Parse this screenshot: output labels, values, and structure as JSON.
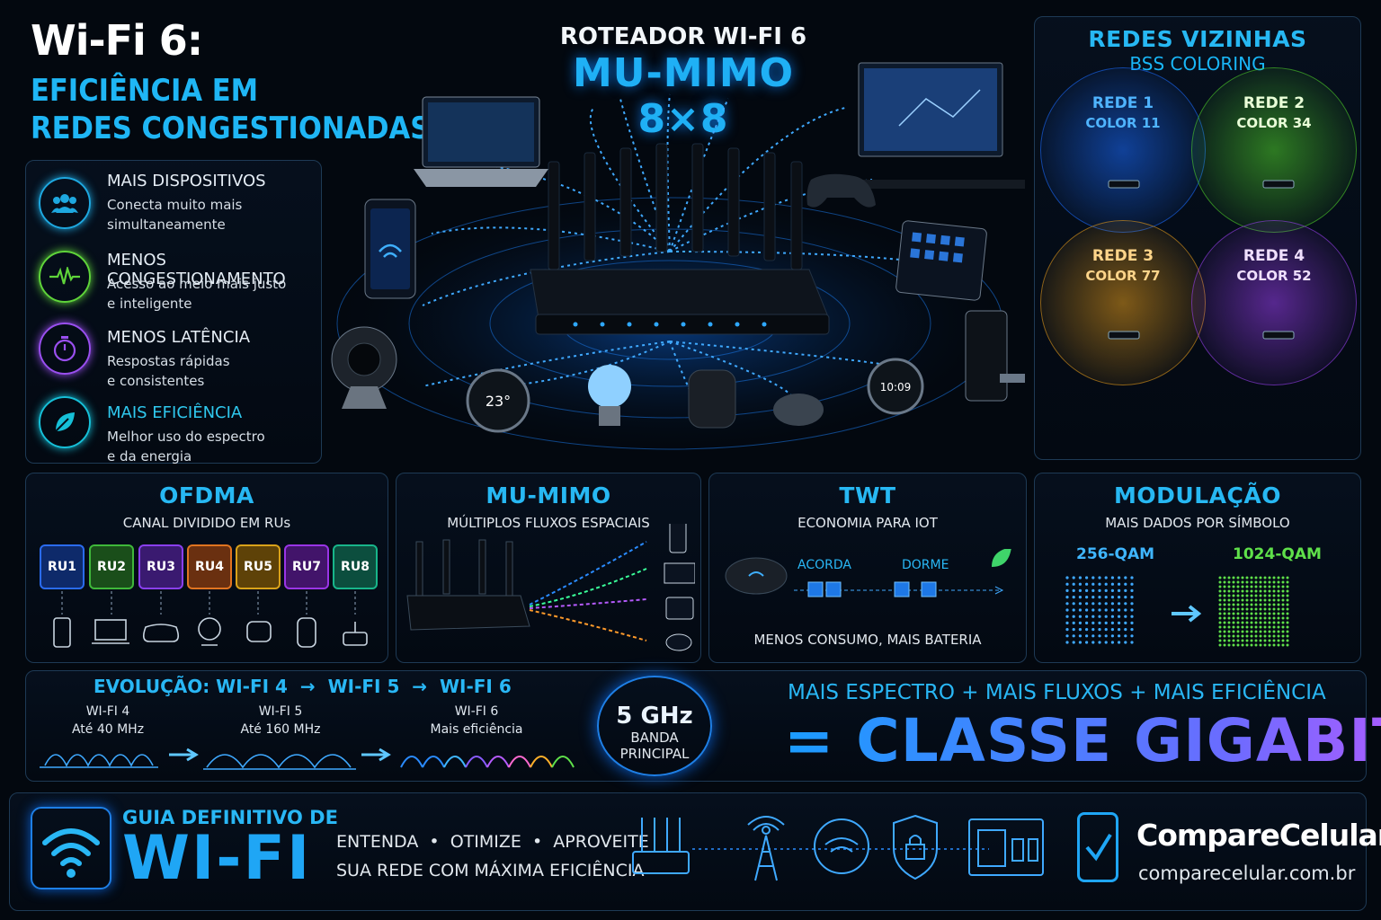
{
  "header": {
    "title": "Wi-Fi 6:",
    "subtitle_line1": "EFICIÊNCIA EM",
    "subtitle_line2": "REDES CONGESTIONADAS"
  },
  "features": [
    {
      "title": "MAIS DISPOSITIVOS",
      "desc1": "Conecta muito mais",
      "desc2": "simultaneamente",
      "icon": "users-icon",
      "color": "#1ea8e0"
    },
    {
      "title": "MENOS CONGESTIONAMENTO",
      "desc1": "Acesso ao meio mais justo",
      "desc2": "e inteligente",
      "icon": "pulse-icon",
      "color": "#5fd43a"
    },
    {
      "title": "MENOS LATÊNCIA",
      "desc1": "Respostas rápidas",
      "desc2": "e consistentes",
      "icon": "stopwatch-icon",
      "color": "#9a4ff0"
    },
    {
      "title": "MAIS EFICIÊNCIA",
      "desc1": "Melhor uso do espectro",
      "desc2": "e da energia",
      "icon": "leaf-icon",
      "color": "#16c0d8"
    }
  ],
  "router": {
    "label": "ROTEADOR WI-FI 6",
    "mimo": "MU-MIMO 8×8",
    "thermostat": "23°",
    "watch": "10:09"
  },
  "neighbors": {
    "title": "REDES VIZINHAS",
    "subtitle": "BSS COLORING",
    "nets": [
      {
        "name": "REDE 1",
        "color_label": "COLOR 11",
        "color": "#1a6bff"
      },
      {
        "name": "REDE 2",
        "color_label": "COLOR 34",
        "color": "#4fd12a"
      },
      {
        "name": "REDE 3",
        "color_label": "COLOR 77",
        "color": "#e39a1a"
      },
      {
        "name": "REDE 4",
        "color_label": "COLOR 52",
        "color": "#9a3ff0"
      }
    ]
  },
  "ofdma": {
    "title": "OFDMA",
    "subtitle": "CANAL DIVIDIDO EM RUs",
    "rus": [
      {
        "label": "RU1",
        "color": "#2a6bf0"
      },
      {
        "label": "RU2",
        "color": "#3fb83a"
      },
      {
        "label": "RU3",
        "color": "#8a3ff0"
      },
      {
        "label": "RU4",
        "color": "#e07420"
      },
      {
        "label": "RU5",
        "color": "#d9a21a"
      },
      {
        "label": "RU7",
        "color": "#9a35e6"
      },
      {
        "label": "RU8",
        "color": "#18b58a"
      }
    ]
  },
  "mumimo": {
    "title": "MU-MIMO",
    "subtitle": "MÚLTIPLOS FLUXOS ESPACIAIS"
  },
  "twt": {
    "title": "TWT",
    "subtitle": "ECONOMIA PARA IOT",
    "wake": "ACORDA",
    "sleep": "DORME",
    "footer": "MENOS CONSUMO, MAIS BATERIA"
  },
  "modulation": {
    "title": "MODULAÇÃO",
    "subtitle": "MAIS DADOS POR SÍMBOLO",
    "qam_low": "256-QAM",
    "qam_high": "1024-QAM"
  },
  "evolution": {
    "title": "EVOLUÇÃO: WI-FI 4  →  WI-FI 5  →  WI-FI 6",
    "steps": [
      {
        "name": "WI-FI 4",
        "desc": "Até 40 MHz"
      },
      {
        "name": "WI-FI 5",
        "desc": "Até 160 MHz"
      },
      {
        "name": "WI-FI 6",
        "desc": "Mais eficiência"
      }
    ]
  },
  "band": {
    "freq": "5 GHz",
    "line1": "BANDA",
    "line2": "PRINCIPAL"
  },
  "gigabit": {
    "formula": "MAIS ESPECTRO + MAIS FLUXOS + MAIS EFICIÊNCIA",
    "result": "= CLASSE GIGABIT"
  },
  "footer": {
    "guide_small": "GUIA DEFINITIVO DE",
    "guide_big": "WI-FI",
    "tagline1": "ENTENDA  •  OTIMIZE  •  APROVEITE",
    "tagline2": "SUA REDE COM MÁXIMA EFICIÊNCIA",
    "brand": "CompareCelular",
    "url": "comparecelular.com.br"
  }
}
